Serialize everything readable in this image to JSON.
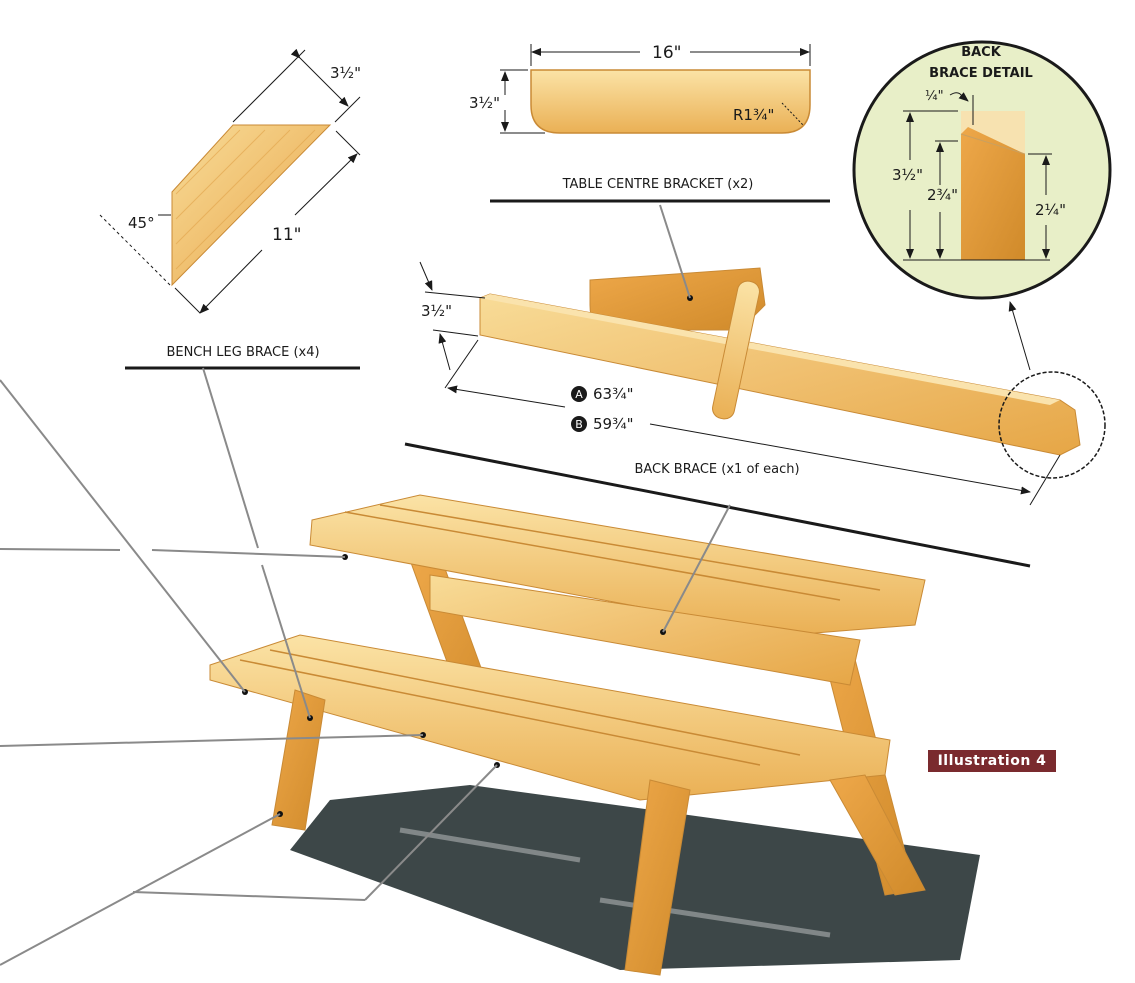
{
  "illustration": {
    "badge": "Illustration 4",
    "badge_color": "#7a2a2e"
  },
  "parts": {
    "bench_leg_brace": {
      "title": "BENCH LEG BRACE (x4)",
      "width": "3½\"",
      "length": "11\"",
      "angle": "45°"
    },
    "table_centre_bracket": {
      "title": "TABLE CENTRE BRACKET (x2)",
      "length": "16\"",
      "height": "3½\"",
      "radius": "R1¾\""
    },
    "back_brace": {
      "title": "BACK BRACE (x1 of each)",
      "height": "3½\"",
      "variant_a": {
        "marker": "A",
        "length": "63¾\""
      },
      "variant_b": {
        "marker": "B",
        "length": "59¾\""
      }
    },
    "back_brace_detail": {
      "title_line1": "BACK",
      "title_line2": "BRACE DETAIL",
      "notch": "¼\"",
      "total": "3½\"",
      "left": "2¾\"",
      "right": "2¼\"",
      "background_color": "#e8efc8"
    }
  },
  "colors": {
    "wood_light": "#f6d58c",
    "wood_mid": "#eeb75a",
    "wood_dark": "#d48f2e",
    "shadow": "#3d4748",
    "leader": "#8a8a8a"
  }
}
